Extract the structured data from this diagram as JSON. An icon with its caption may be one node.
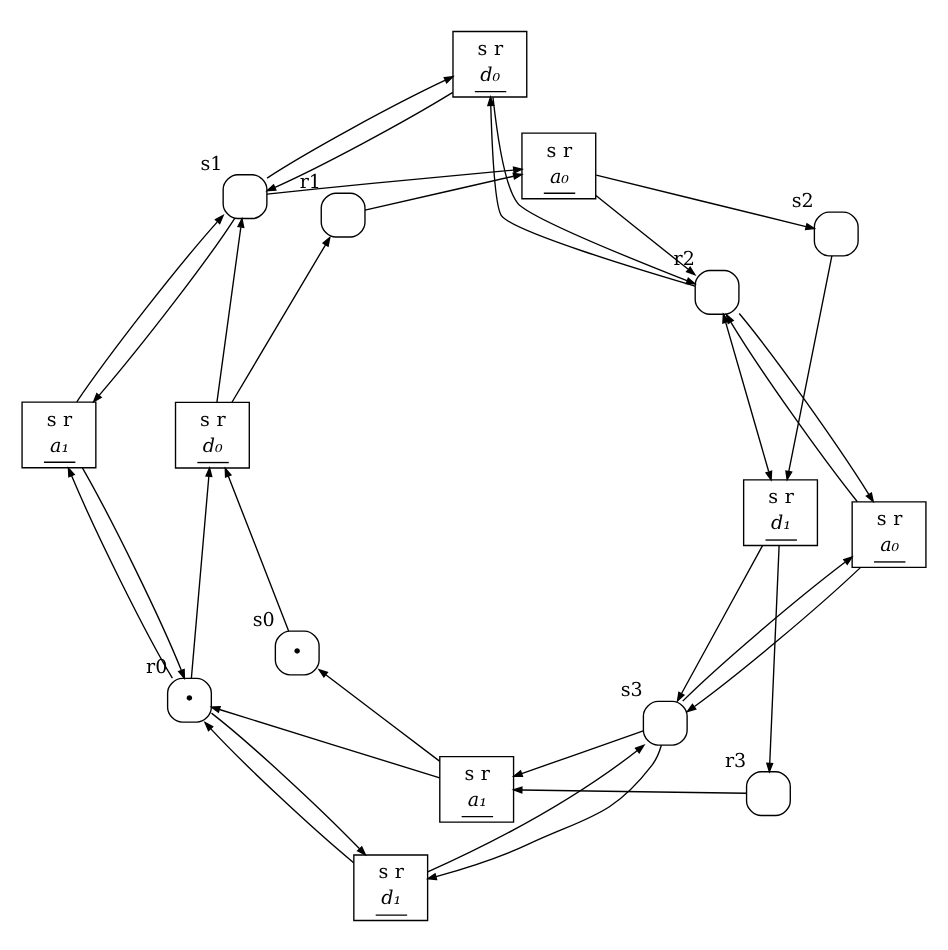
{
  "diagram": {
    "nodes": [
      {
        "text": [
          "s",
          "r",
          "d₁"
        ]
      },
      {
        "text": [
          "•"
        ],
        "beside": [
          "s0"
        ]
      },
      {
        "text": [
          "•"
        ],
        "beside": [
          "r0"
        ]
      },
      {
        "text": [
          "s",
          "r",
          "a₁"
        ]
      },
      {
        "text": [
          "s",
          "r",
          "a₁"
        ]
      },
      {
        "text": [
          "s",
          "r",
          "d₀"
        ]
      },
      {
        "text": [],
        "shape": "box",
        "beside": [
          "s3"
        ]
      },
      {
        "text": [],
        "shape": "box",
        "beside": [
          "r3"
        ]
      },
      {
        "text": [],
        "shape": "box",
        "beside": [
          "s1"
        ]
      },
      {
        "text": [],
        "shape": "box",
        "beside": [
          "r1"
        ]
      },
      {
        "text": [
          "s",
          "r",
          "d₁"
        ]
      },
      {
        "text": [
          "s",
          "r",
          "a₀"
        ]
      },
      {
        "text": [
          "s",
          "r",
          "a₀"
        ]
      },
      {
        "text": [],
        "shape": "box",
        "beside": [
          "s2"
        ]
      },
      {
        "text": [],
        "shape": "box",
        "beside": [
          "r2"
        ]
      },
      {
        "text": [
          "s",
          "r",
          "d₀"
        ]
      }
    ],
    "edges": [
      {
        "from": 0,
        "to": 2,
        "arrow": "to"
      },
      {
        "from": 2,
        "to": 0,
        "arrow": "to"
      },
      {
        "from": 4,
        "to": 1,
        "arrow": "to"
      },
      {
        "from": 4,
        "to": 2,
        "arrow": "to"
      },
      {
        "from": 1,
        "to": 5,
        "arrow": "to"
      },
      {
        "from": 2,
        "to": 5,
        "arrow": "to"
      },
      {
        "from": 2,
        "to": 3,
        "arrow": "to"
      },
      {
        "from": 3,
        "to": 2,
        "arrow": "to"
      },
      {
        "from": 6,
        "to": 0,
        "arrow": "to"
      },
      {
        "from": 0,
        "to": 6,
        "arrow": "to"
      },
      {
        "from": 6,
        "to": 4,
        "arrow": "to"
      },
      {
        "from": 7,
        "to": 4,
        "arrow": "to"
      },
      {
        "from": 5,
        "to": 8,
        "arrow": "to"
      },
      {
        "from": 5,
        "to": 9,
        "arrow": "to"
      },
      {
        "from": 3,
        "to": 8,
        "arrow": "to"
      },
      {
        "from": 8,
        "to": 3,
        "arrow": "to"
      },
      {
        "from": 8,
        "to": 11,
        "arrow": "to"
      },
      {
        "from": 9,
        "to": 11,
        "arrow": "to"
      },
      {
        "from": 8,
        "to": 15,
        "arrow": "to"
      },
      {
        "from": 15,
        "to": 8,
        "arrow": "to"
      },
      {
        "from": 11,
        "to": 13,
        "arrow": "to"
      },
      {
        "from": 11,
        "to": 14,
        "arrow": "to"
      },
      {
        "from": 13,
        "to": 10,
        "arrow": "to"
      },
      {
        "from": 14,
        "to": 10,
        "arrow": "both"
      },
      {
        "from": 10,
        "to": 6,
        "arrow": "to"
      },
      {
        "from": 10,
        "to": 7,
        "arrow": "to"
      },
      {
        "from": 12,
        "to": 6,
        "arrow": "to"
      },
      {
        "from": 6,
        "to": 12,
        "arrow": "to"
      },
      {
        "from": 12,
        "to": 14,
        "arrow": "to"
      },
      {
        "from": 14,
        "to": 12,
        "arrow": "to"
      },
      {
        "from": 14,
        "to": 15,
        "arrow": "to"
      },
      {
        "from": 15,
        "to": 14,
        "arrow": "to"
      }
    ]
  }
}
